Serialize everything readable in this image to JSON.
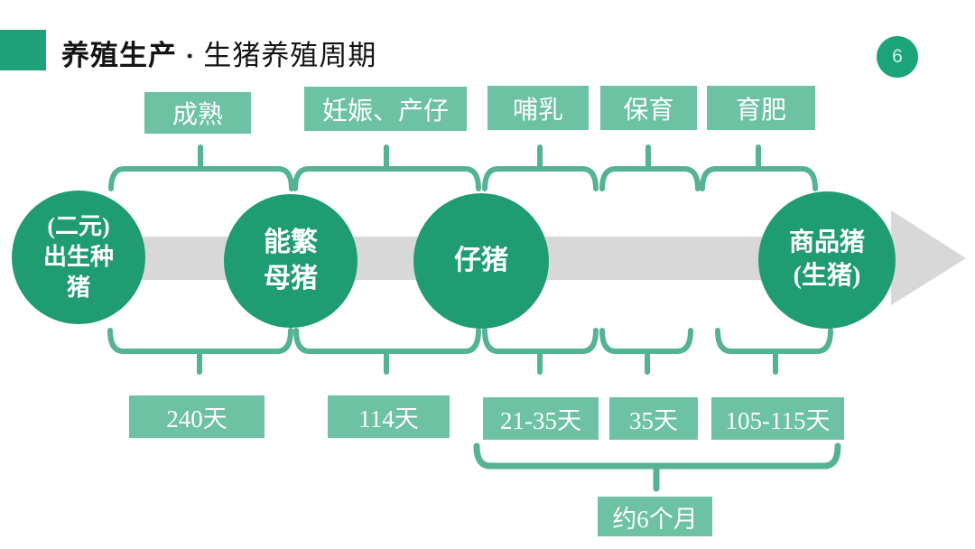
{
  "header": {
    "section_title": "养殖生产",
    "separator": "·",
    "subtitle": "生猪养殖周期",
    "page_number": "6"
  },
  "colors": {
    "circle_green": "#1f9c72",
    "box_green": "#6cc2a2",
    "brace_green": "#54b391",
    "accent_green": "#1ea178",
    "badge_green": "#1ba47a",
    "arrow_gray": "#d8d8d8"
  },
  "stages": [
    {
      "label": "成熟",
      "duration": "240天"
    },
    {
      "label": "妊娠、产仔",
      "duration": "114天"
    },
    {
      "label": "哺乳",
      "duration": "21-35天"
    },
    {
      "label": "保育",
      "duration": "35天"
    },
    {
      "label": "育肥",
      "duration": "105-115天"
    }
  ],
  "nodes": [
    {
      "label": "(二元)\n出生种\n猪"
    },
    {
      "label": "能繁\n母猪"
    },
    {
      "label": "仔猪"
    },
    {
      "label": "商品猪\n(生猪)"
    }
  ],
  "summary": {
    "label": "约6个月"
  }
}
